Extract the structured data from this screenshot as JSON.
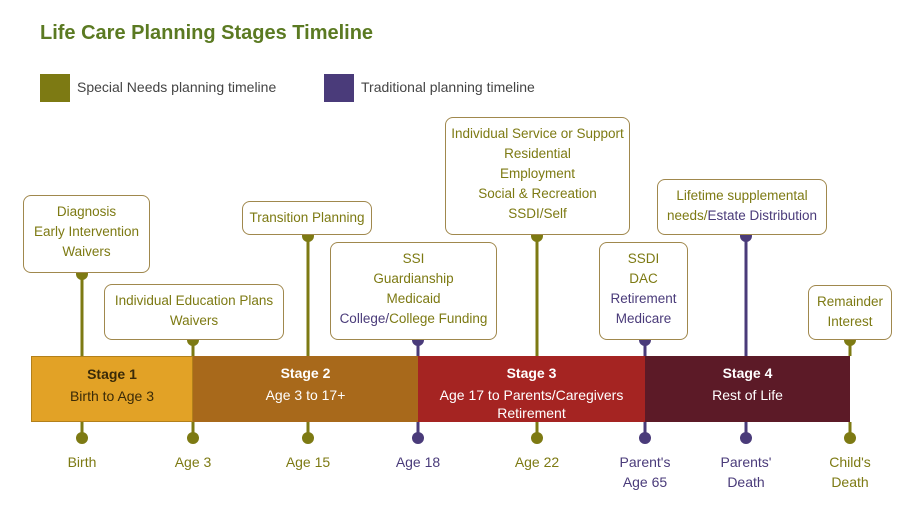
{
  "title": "Life Care Planning Stages Timeline",
  "legend": [
    {
      "label": "Special Needs planning timeline",
      "color": "#7d7a13"
    },
    {
      "label": "Traditional planning timeline",
      "color": "#4a3b7a"
    }
  ],
  "stages": [
    {
      "name": "Stage 1",
      "range": "Birth to Age 3",
      "color": "#e2a226"
    },
    {
      "name": "Stage 2",
      "range": "Age 3 to 17+",
      "color": "#a8691b"
    },
    {
      "name": "Stage 3",
      "range": "Age 17 to Parents/Caregivers",
      "range2": "Retirement",
      "color": "#a52422"
    },
    {
      "name": "Stage 4",
      "range": "Rest of Life",
      "color": "#5c1a27"
    }
  ],
  "milestones": [
    {
      "label": "Birth"
    },
    {
      "label": "Age 3"
    },
    {
      "label": "Age 15"
    },
    {
      "label": "Age 18"
    },
    {
      "label": "Age 22"
    },
    {
      "label": "Parent's",
      "label2": "Age 65"
    },
    {
      "label": "Parents'",
      "label2": "Death"
    },
    {
      "label": "Child's",
      "label2": "Death"
    }
  ],
  "boxes": {
    "diagnosis": [
      "Diagnosis",
      "Early Intervention",
      "Waivers"
    ],
    "iep": [
      "Individual Education Plans",
      "Waivers"
    ],
    "transition": [
      "Transition Planning"
    ],
    "ssi": [
      "SSI",
      "Guardianship",
      "Medicaid"
    ],
    "ssi_college": {
      "traditional": "College/",
      "special": "College Funding"
    },
    "service": [
      "Individual Service or Support",
      "Residential",
      "Employment",
      "Social & Recreation",
      "SSDI/Self"
    ],
    "ssdi": [
      "SSDI",
      "DAC"
    ],
    "ssdi_traditional": [
      "Retirement",
      "Medicare"
    ],
    "lifetime": [
      "Lifetime supplemental"
    ],
    "lifetime_special": "needs/",
    "lifetime_traditional": "Estate Distribution",
    "remainder": [
      "Remainder",
      "Interest"
    ]
  }
}
